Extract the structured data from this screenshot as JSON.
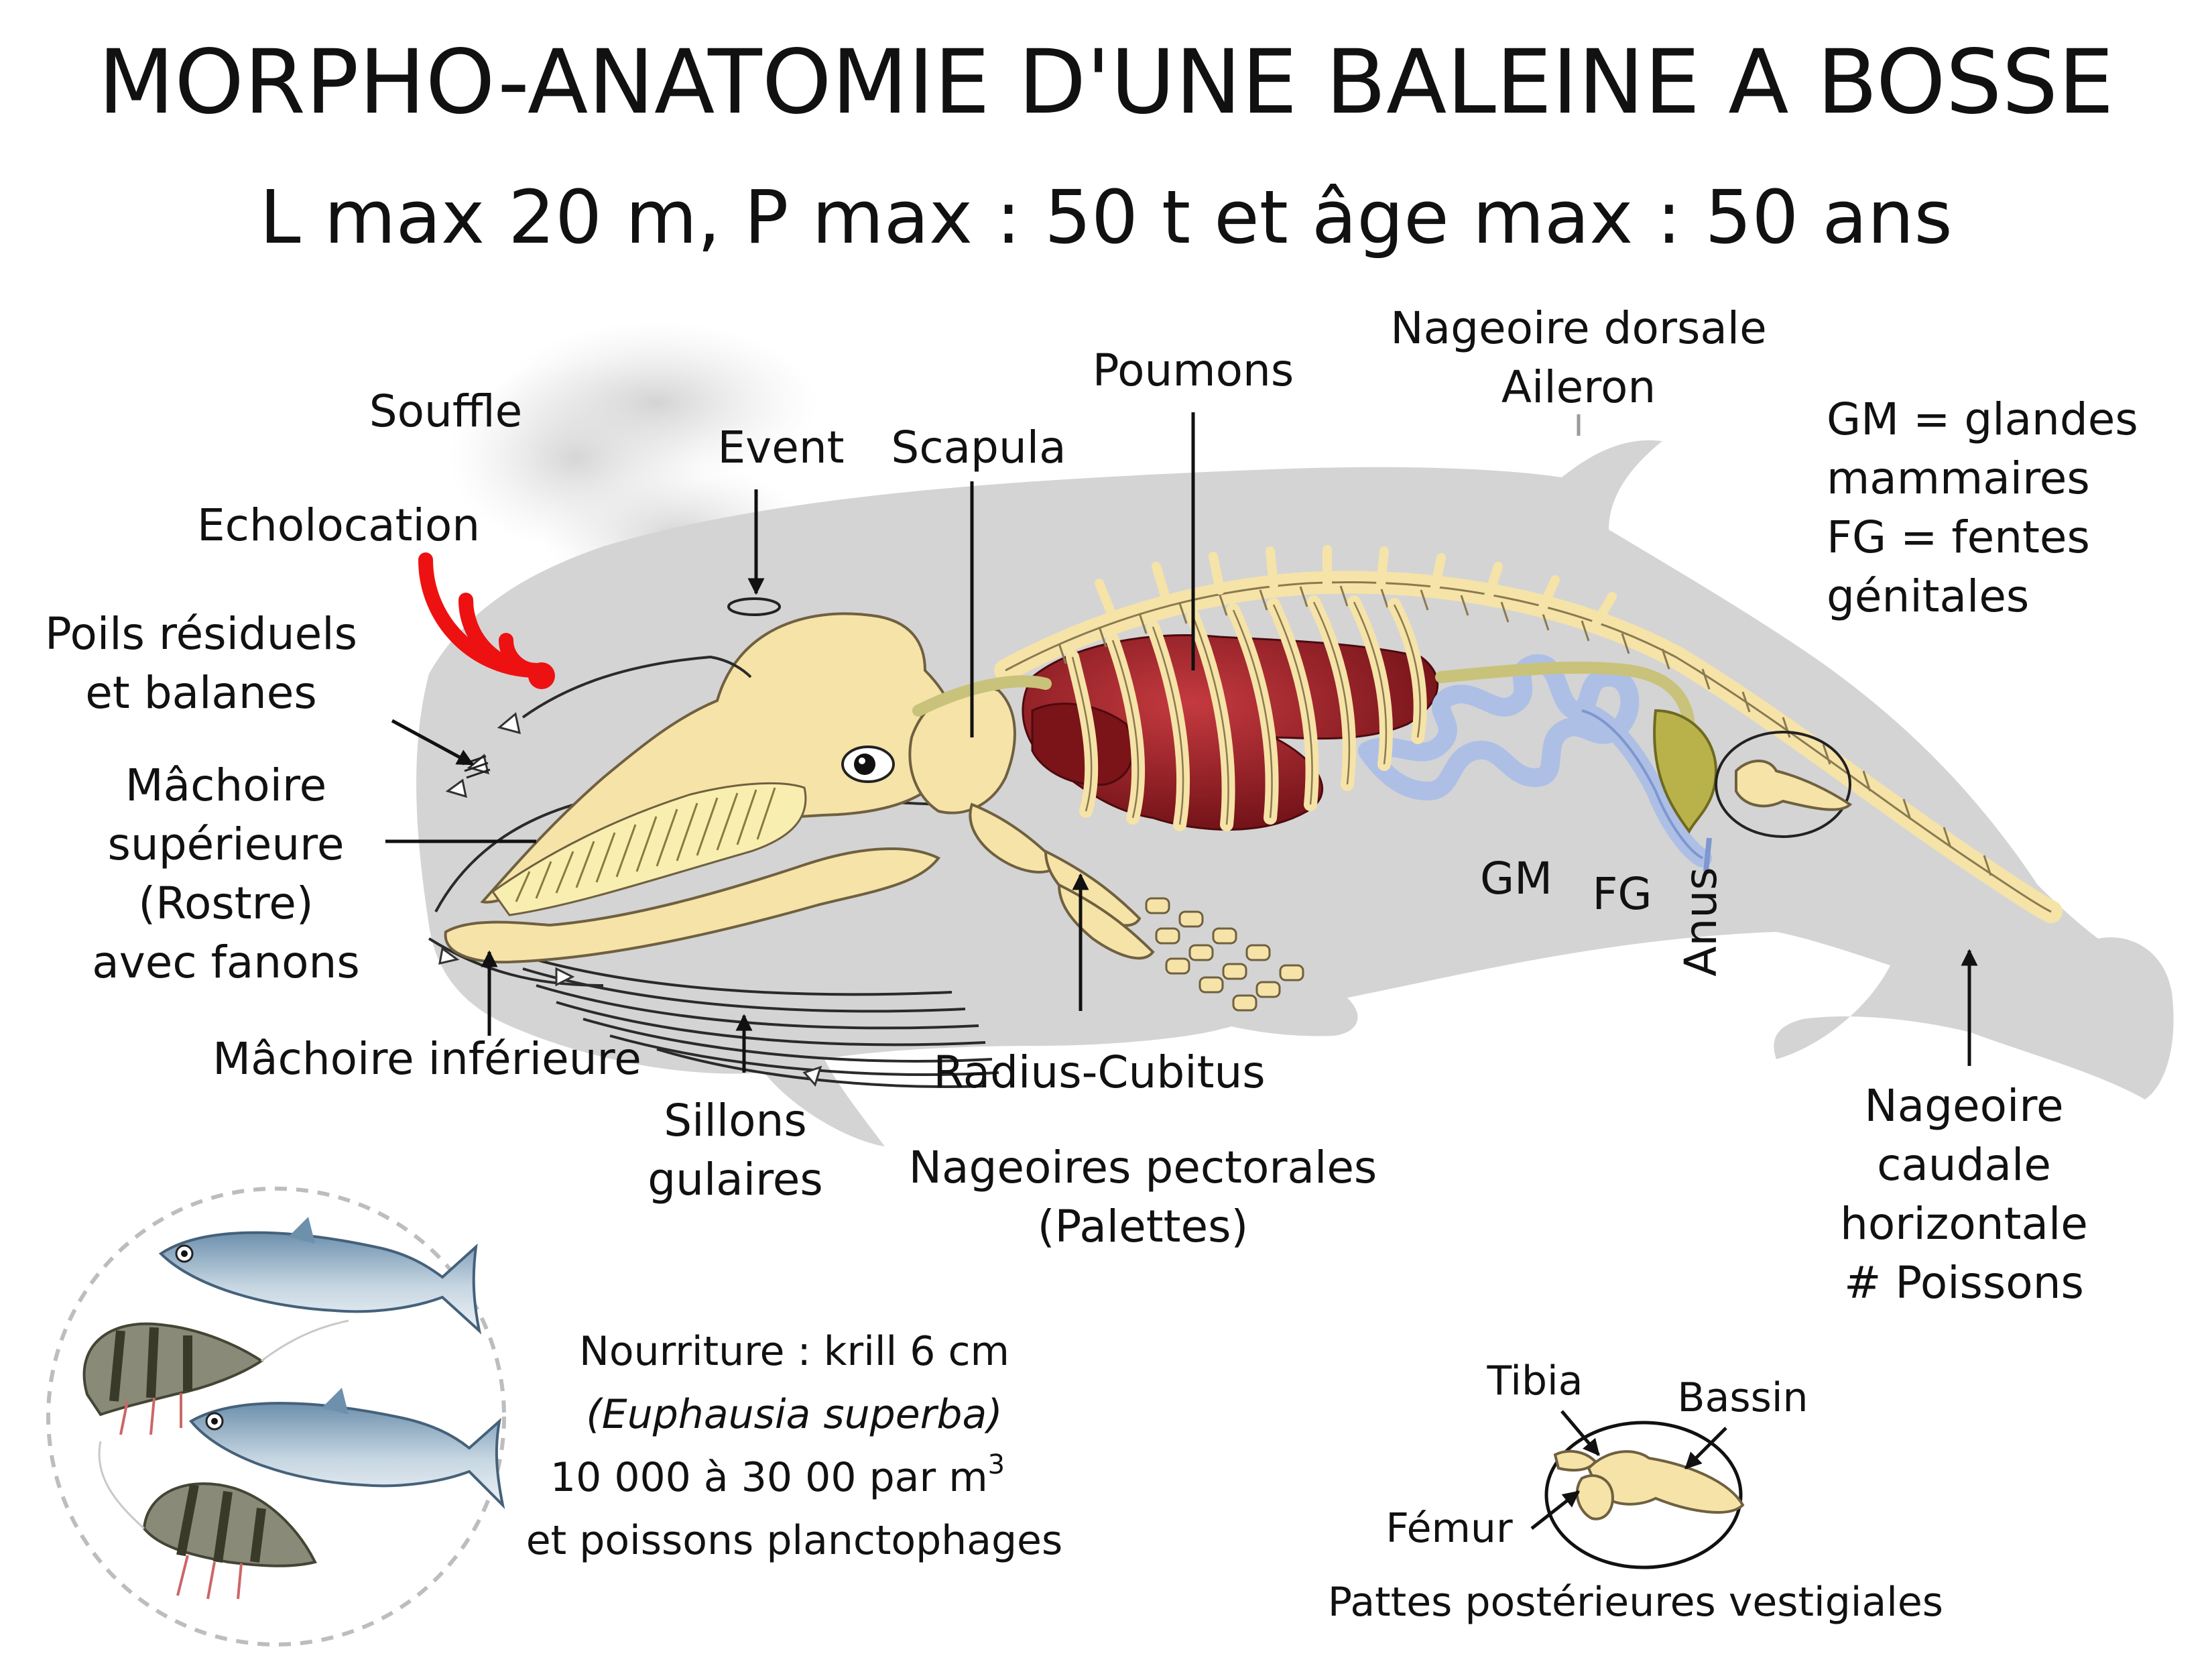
{
  "title": "MORPHO-ANATOMIE D'UNE BALEINE A BOSSE",
  "subtitle": "L max 20 m, P max : 50 t et âge max : 50 ans",
  "labels": {
    "souffle": "Souffle",
    "echolocation": "Echolocation",
    "poils_1": "Poils résiduels",
    "poils_2": "et balanes",
    "machoire_sup_1": "Mâchoire",
    "machoire_sup_2": "supérieure",
    "machoire_sup_3": "(Rostre)",
    "machoire_sup_4": "avec fanons",
    "machoire_inf": "Mâchoire inférieure",
    "sillons_1": "Sillons",
    "sillons_2": "gulaires",
    "event": "Event",
    "scapula": "Scapula",
    "poumons": "Poumons",
    "dorsale_1": "Nageoire dorsale",
    "dorsale_2": "Aileron",
    "radius": "Radius-Cubitus",
    "pectorales_1": "Nageoires pectorales",
    "pectorales_2": "(Palettes)",
    "gm": "GM",
    "fg": "FG",
    "anus": "Anus",
    "legend_1": "GM = glandes",
    "legend_2": "mammaires",
    "legend_3": "FG = fentes",
    "legend_4": "génitales",
    "caudale_1": "Nageoire",
    "caudale_2": "caudale",
    "caudale_3": "horizontale",
    "caudale_4": "# Poissons"
  },
  "food": {
    "line_1": "Nourriture : krill 6 cm",
    "line_2": "(Euphausia superba)",
    "line_3": "10 000 à 30 00 par m",
    "line_3_sup": "3",
    "line_4": "et poissons planctophages"
  },
  "inset": {
    "tibia": "Tibia",
    "bassin": "Bassin",
    "femur": "Fémur",
    "caption": "Pattes postérieures vestigiales"
  },
  "colors": {
    "body": "#d4d4d4",
    "bone": "#f6e3a8",
    "lungs": "#8a1a1f",
    "intestine": "#aebfe6",
    "brain": "#e8c3a6",
    "sonar": "#ee1111",
    "fish": "#9fb6c9",
    "shrimp": "#8a8a78"
  }
}
